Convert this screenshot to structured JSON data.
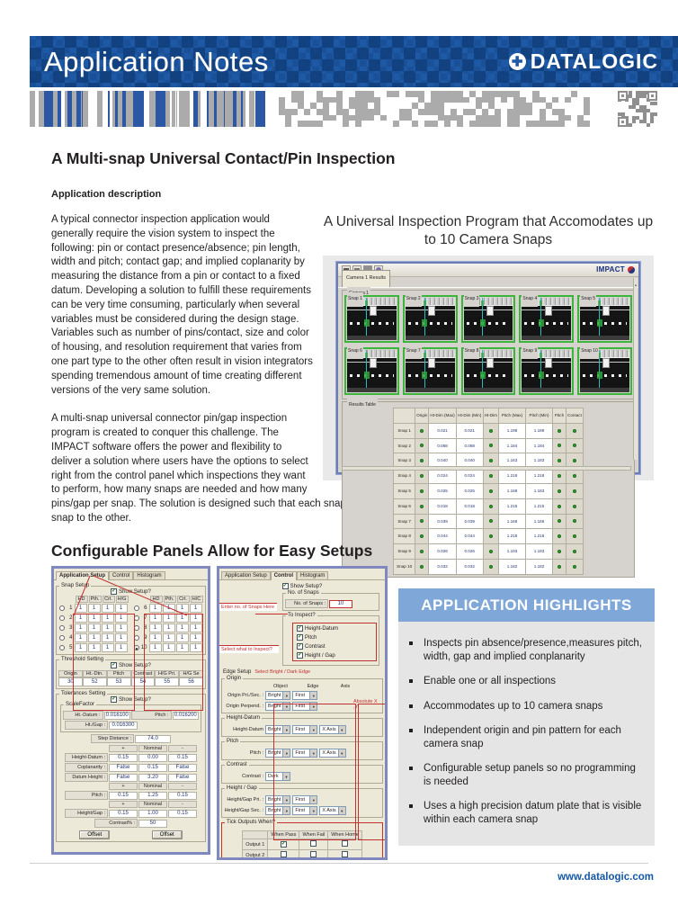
{
  "banner": {
    "title": "Application Notes",
    "logo_text": "DATALOGIC"
  },
  "article": {
    "title": "A Multi-snap Universal Contact/Pin Inspection",
    "section_label": "Application description",
    "paragraph1": "A typical connector inspection application would generally require the vision system to inspect the following: pin or contact presence/absence; pin length, width and pitch; contact gap; and implied coplanarity by measuring the distance from a pin or contact to a fixed datum. Developing a solution to fulfill these requirements can be very time consuming, particularly when several variables must be considered during the design stage. Variables such as number of pins/contact, size and color of housing, and resolution requirement that varies from one part type to the other often result in vision integrators spending tremendous amount of time creating different versions of the very same solution.",
    "paragraph2": "A multi-snap universal connector pin/gap inspection program is created to conquer this challenge. The IMPACT software offers the power and flexibility to deliver a solution where users have the options to select right from the control panel which inspections they want to perform, how many snaps are needed and how many pins/gap per snap. The solution is designed such that each snap has it's own origin so the pin pattern can be different from one snap to the other."
  },
  "figure": {
    "caption": "A Universal Inspection Program that Accomodates up to 10 Camera Snaps"
  },
  "impact_window": {
    "brand": "IMPACT",
    "tab": "Camera 1 Results",
    "group": "Camera 1",
    "snaps": [
      "Snap 1",
      "Snap 2",
      "Snap 3",
      "Snap 4",
      "Snap 5",
      "Snap 6",
      "Snap 7",
      "Snap 8",
      "Snap 9",
      "Snap 10"
    ],
    "results_table": {
      "legend": "Results Table",
      "columns": [
        "",
        "Origin",
        "Ht-Dim (Max)",
        "Ht-Dim (Min)",
        "Ht-Dim",
        "Pitch (Max)",
        "Pitch (Min)",
        "Pitch",
        "Contact"
      ],
      "rows": [
        {
          "label": "Snap 1",
          "ht_max": "0.021",
          "ht_min": "0.021",
          "pitch_max": "1.198",
          "pitch_min": "1.189"
        },
        {
          "label": "Snap 2",
          "ht_max": "0.068",
          "ht_min": "0.068",
          "pitch_max": "1.184",
          "pitch_min": "1.184"
        },
        {
          "label": "Snap 3",
          "ht_max": "0.040",
          "ht_min": "0.040",
          "pitch_max": "1.163",
          "pitch_min": "1.183"
        },
        {
          "label": "Snap 4",
          "ht_max": "0.024",
          "ht_min": "0.024",
          "pitch_max": "1.218",
          "pitch_min": "1.218"
        },
        {
          "label": "Snap 5",
          "ht_max": "0.025",
          "ht_min": "0.025",
          "pitch_max": "1.168",
          "pitch_min": "1.183"
        },
        {
          "label": "Snap 6",
          "ht_max": "0.018",
          "ht_min": "0.018",
          "pitch_max": "1.215",
          "pitch_min": "1.215"
        },
        {
          "label": "Snap 7",
          "ht_max": "0.039",
          "ht_min": "0.039",
          "pitch_max": "1.166",
          "pitch_min": "1.166"
        },
        {
          "label": "Snap 8",
          "ht_max": "0.044",
          "ht_min": "0.044",
          "pitch_max": "1.218",
          "pitch_min": "1.218"
        },
        {
          "label": "Snap 9",
          "ht_max": "0.026",
          "ht_min": "0.026",
          "pitch_max": "1.193",
          "pitch_min": "1.183"
        },
        {
          "label": "Snap 10",
          "ht_max": "0.032",
          "ht_min": "0.032",
          "pitch_max": "1.182",
          "pitch_min": "1.182"
        }
      ]
    }
  },
  "config_heading": "Configurable Panels Allow for Easy Setups",
  "left_panel": {
    "tabs": [
      "Application Setup",
      "Control",
      "Histogram"
    ],
    "active_tab": "Application Setup",
    "snap_setup": {
      "legend": "Snap Setup",
      "show_setup": "Show Setup?",
      "col_headers_left": [
        "HD",
        "Pth.",
        "Crt.",
        "H/G"
      ],
      "col_headers_right": [
        "HD",
        "Pth.",
        "Crt.",
        "H/C"
      ],
      "rows_left": [
        "1",
        "2",
        "3",
        "4",
        "5"
      ],
      "rows_right": [
        "6",
        "7",
        "8",
        "9",
        "10"
      ],
      "cell_value": "1",
      "selected_row": "10"
    },
    "threshold": {
      "legend": "Threshold Setting",
      "show_setup": "Show Setup?",
      "columns": [
        "Origin",
        "Ht.-Dtn.",
        "Pitch",
        "Contrast",
        "H/G Pri.",
        "H/G Se"
      ],
      "values": [
        "30",
        "52",
        "53",
        "54",
        "55",
        "56"
      ]
    },
    "tolerances": {
      "legend": "Tolerances Setting",
      "show_setup": "Show Setup?",
      "scalefactor_legend": "ScaleFactor",
      "fields_row1": [
        {
          "label": "Ht.-Datum :",
          "value": "0.016100"
        },
        {
          "label": "Pitch :",
          "value": "0.016200"
        }
      ],
      "fields_row2": [
        {
          "label": "Ht./Gap :",
          "value": "0.016300"
        }
      ],
      "step_label": "Step Distance :",
      "step_value": "74.0",
      "grid_headers": [
        "+",
        "Nominal",
        "-"
      ],
      "grid": [
        {
          "type": "header"
        },
        {
          "type": "row",
          "label": "Height-Datum :",
          "cells": [
            "0.15",
            "0.00",
            "0.15"
          ]
        },
        {
          "type": "row",
          "label": "Coplanarity :",
          "cells": [
            "False",
            "0.15",
            "False"
          ]
        },
        {
          "type": "row",
          "label": "Datum Height :",
          "cells": [
            "False",
            "3.20",
            "False"
          ]
        },
        {
          "type": "header"
        },
        {
          "type": "row",
          "label": "Pitch :",
          "cells": [
            "0.15",
            "1.25",
            "0.15"
          ]
        },
        {
          "type": "header"
        },
        {
          "type": "row",
          "label": "Height/Gap :",
          "cells": [
            "0.15",
            "1.00",
            "0.15"
          ]
        },
        {
          "type": "row1",
          "label": "Contrast% :",
          "cells": [
            "50"
          ]
        }
      ],
      "offset_label": "Offset"
    }
  },
  "right_panel": {
    "tabs": [
      "Application Setup",
      "Control",
      "Histogram"
    ],
    "active_tab": "Control",
    "show_setup": "Show Setup?",
    "annotations": {
      "snaps": "Enter no. of Snaps Here",
      "inspect": "Select what to Inspect?",
      "edge": "Select Bright / Dark Edge",
      "axis": "Absolute X ,Y"
    },
    "no_of_snaps": {
      "legend": "No. of Snaps",
      "label": "No. of Snaps :",
      "value": "10"
    },
    "to_inspect": {
      "legend": "To Inspect?",
      "items": [
        "Height-Datum",
        "Pitch",
        "Contrast",
        "Height / Gap"
      ]
    },
    "edge_setup_label": "Edge Setup",
    "origin": {
      "legend": "Origin",
      "columns": [
        "Object",
        "Edge",
        "Axis"
      ],
      "rows": [
        {
          "label": "Origin Pri./Sec. :",
          "object": "Bright",
          "edge": "First"
        },
        {
          "label": "Origin Perpend. :",
          "object": "Bright",
          "edge": "First"
        }
      ]
    },
    "groups": [
      {
        "legend": "Height-Datum",
        "rows": [
          {
            "label": "Height-Datum",
            "object": "Bright",
            "edge": "First",
            "axis": "X Axis"
          }
        ]
      },
      {
        "legend": "Pitch",
        "rows": [
          {
            "label": "Pitch :",
            "object": "Bright",
            "edge": "First",
            "axis": "X Axis"
          }
        ]
      },
      {
        "legend": "Contrast",
        "rows": [
          {
            "label": "Contrast :",
            "object": "Dark"
          }
        ]
      },
      {
        "legend": "Height / Gap",
        "rows": [
          {
            "label": "Height/Gap Pri. :",
            "object": "Bright",
            "edge": "First"
          },
          {
            "label": "Height/Gap Sec. :",
            "object": "Bright",
            "edge": "First",
            "axis": "X Axis"
          }
        ]
      }
    ],
    "tick_outputs": {
      "legend": "Tick Outputs When?",
      "columns": [
        "When Pass",
        "When Fail",
        "When Home"
      ],
      "rows": [
        {
          "label": "Output 1",
          "checks": [
            true,
            false,
            false
          ]
        },
        {
          "label": "Output 2",
          "checks": [
            false,
            false,
            false
          ]
        }
      ]
    }
  },
  "highlights": {
    "title": "APPLICATION HIGHLIGHTS",
    "items": [
      "Inspects pin absence/presence,measures pitch, width, gap and implied conplanarity",
      "Enable one or all inspections",
      "Accommodates up to 10 camera snaps",
      "Independent origin and pin pattern for each camera snap",
      "Configurable setup panels so no programming is needed",
      "Uses a high precision datum plate that is visible within each camera snap"
    ]
  },
  "footer": {
    "url": "www.datalogic.com"
  }
}
